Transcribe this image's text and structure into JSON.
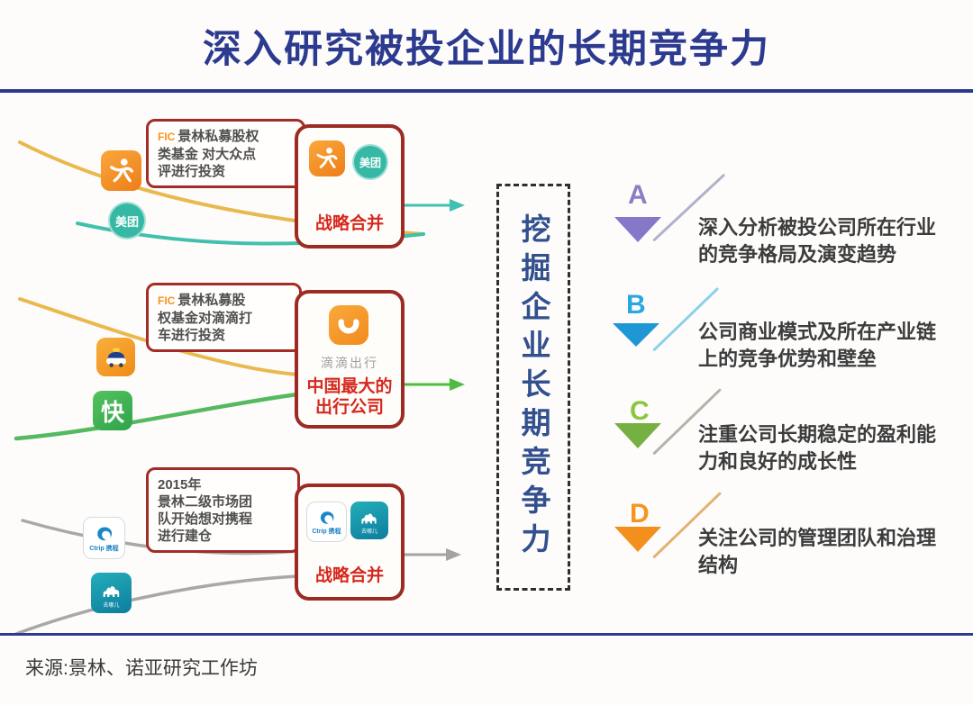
{
  "title": "深入研究被投企业的长期竞争力",
  "source": "来源:景林、诺亚研究工作坊",
  "colors": {
    "navy": "#2c3a8f",
    "box_border_red": "#a22d26",
    "highlight_red": "#d6281e",
    "orange": "#f7941e",
    "teal_curve": "#3fc1ae",
    "green_curve": "#4fbb4f",
    "gray_curve": "#a8a8a8",
    "yellow_curve": "#e9b94e",
    "center_text_blue": "#33508e",
    "point_a_purple": "#8a7ec5",
    "point_b_blue": "#2aa7e0",
    "point_c_green": "#8cc63f",
    "point_d_orange": "#f7941e"
  },
  "center_box": {
    "text": "挖掘企业长期竞争力"
  },
  "notes": [
    {
      "prefix": "FIC",
      "lines": [
        "景林私募股权",
        "类基金 对大众点",
        "评进行投资"
      ]
    },
    {
      "prefix": "FIC",
      "lines": [
        "景林私募股",
        "权基金对滴滴打",
        "车进行投资"
      ]
    },
    {
      "lines": [
        "2015年",
        "景林二级市场团",
        "队开始想对携程",
        "进行建仓"
      ]
    }
  ],
  "merge_boxes": {
    "meituan_dianping": {
      "label": "战略合并"
    },
    "didi": {
      "brand": "滴滴出行",
      "lines": [
        "中国最大的",
        "出行公司"
      ]
    },
    "ctrip_qunar": {
      "label": "战略合并"
    }
  },
  "icon_labels": {
    "meituan": "美团",
    "kuaidi": "快",
    "ctrip": "Ctrip 携程",
    "qunar": "去哪儿"
  },
  "points": [
    {
      "letter": "A",
      "lines": [
        "深入分析被投公司所在行业",
        "的竞争格局及演变趋势"
      ]
    },
    {
      "letter": "B",
      "lines": [
        "公司商业模式及所在产业链",
        "上的竞争优势和壁垒"
      ]
    },
    {
      "letter": "C",
      "lines": [
        "注重公司长期稳定的盈利能",
        "力和良好的成长性"
      ]
    },
    {
      "letter": "D",
      "lines": [
        "关注公司的管理团队和治理",
        "结构"
      ]
    }
  ]
}
